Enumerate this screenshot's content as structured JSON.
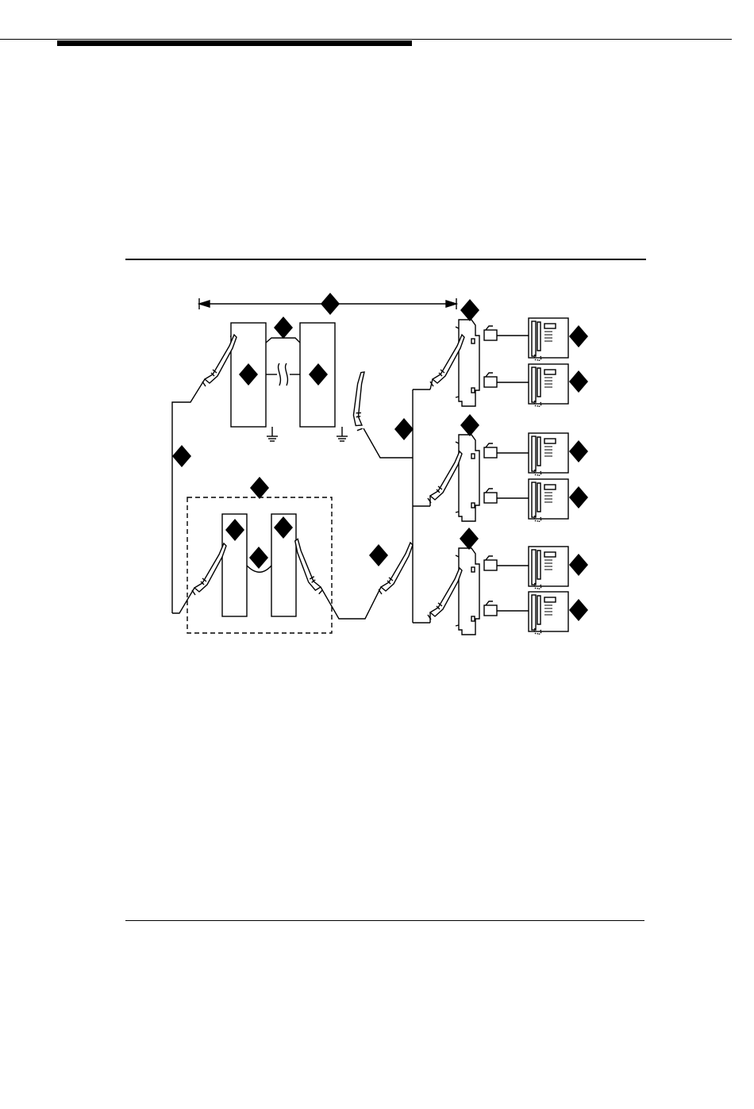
{
  "page": {
    "header_rule": true,
    "figure_top_rule": true,
    "figure_bottom_rule": true
  },
  "diagram": {
    "ink_color": "#000000",
    "background_color": "#ffffff",
    "callout_marker": "black-diamond",
    "callout_count": 20,
    "components": [
      "span-arrow",
      "channel-service-unit-left",
      "channel-service-unit-right",
      "network-gap-symbol",
      "ground-symbol",
      "connector-cable",
      "dashed-enclosure",
      "enclosed-unit-left",
      "enclosed-unit-right",
      "wall-jack",
      "telephone-set",
      "modular-plug"
    ]
  }
}
